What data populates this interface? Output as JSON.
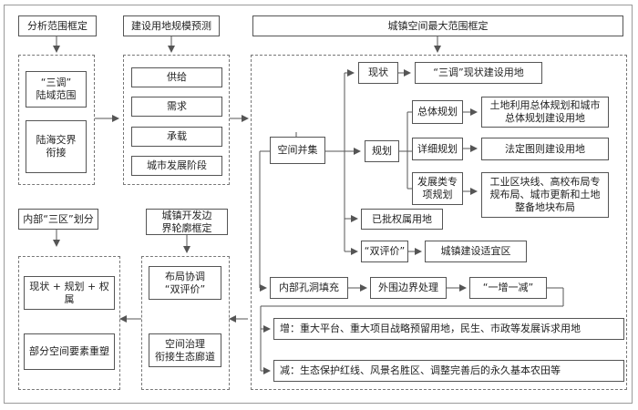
{
  "headers": {
    "analysis_scope": "分析范围框定",
    "land_scale": "建设用地规模预测",
    "max_scope": "城镇空间最大范围框定",
    "internal_zones": "内部“三区”划分",
    "dev_boundary": "城镇开发边\n界轮廓框定"
  },
  "analysis_items": [
    "“三调”\n陆域范围",
    "陆海交界\n衔接"
  ],
  "land_items": [
    "供给",
    "需求",
    "承载",
    "城市发展阶段"
  ],
  "center": {
    "spatial_union": "空间并集",
    "status": "现状",
    "status_result": "“三调”现状建设用地",
    "planning": "规划",
    "overall_plan": "总体规划",
    "overall_result": "土地利用总体规划和城市\n总体规划建设用地",
    "detailed_plan": "详细规划",
    "detailed_result": "法定图则建设用地",
    "dev_plan": "发展类专\n项规划",
    "dev_result": "工业区块线、高校布局专\n规布局、城市更新和土地\n整备地块布局",
    "approved": "已批权属用地",
    "double_eval": "“双评价”",
    "suitable": "城镇建设适宜区",
    "hole_fill": "内部孔洞填充",
    "periphery": "外围边界处理",
    "plus_minus": "“一增一减”",
    "increase": "增：重大平台、重大项目战略预留用地，民生、市政等发展诉求用地",
    "decrease": "减：生态保护红线、风景名胜区、调整完善后的永久基本农田等"
  },
  "zone_items": [
    "现状 + 规划 + 权属",
    "部分空间要素重塑"
  ],
  "boundary_items": [
    "布局协调\n“双评价”",
    "空间治理\n衔接生态廊道"
  ],
  "colors": {
    "line": "#555555",
    "arrow": "#8a8a8a"
  }
}
